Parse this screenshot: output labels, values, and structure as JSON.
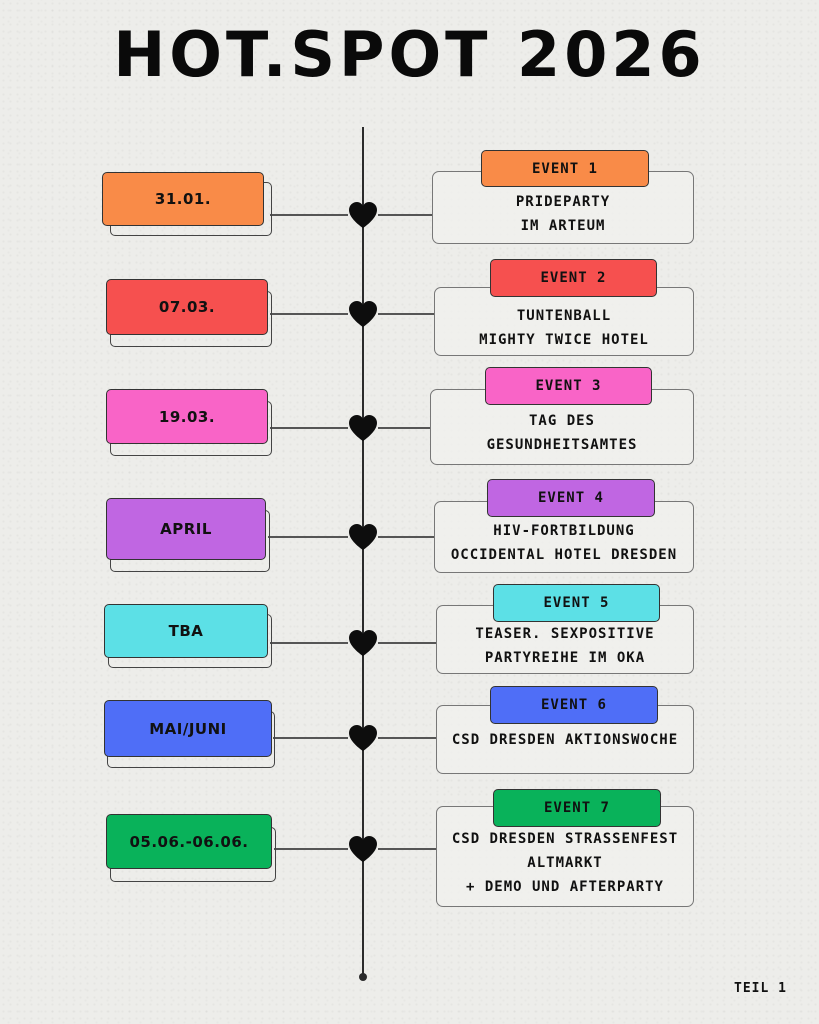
{
  "title": "HOT.SPOT 2026",
  "footer": "TEIL 1",
  "events": [
    {
      "date": "31.01.",
      "event_label": "EVENT 1",
      "lines": [
        "PRIDEPARTY",
        "IM ARTEUM"
      ],
      "color": "#f98b48"
    },
    {
      "date": "07.03.",
      "event_label": "EVENT 2",
      "lines": [
        "TUNTENBALL",
        "MIGHTY TWICE HOTEL"
      ],
      "color": "#f6504f"
    },
    {
      "date": "19.03.",
      "event_label": "EVENT 3",
      "lines": [
        "TAG DES",
        "GESUNDHEITSAMTES"
      ],
      "color": "#f964c7"
    },
    {
      "date": "APRIL",
      "event_label": "EVENT 4",
      "lines": [
        "HIV-FORTBILDUNG",
        "OCCIDENTAL HOTEL DRESDEN"
      ],
      "color": "#c066e2"
    },
    {
      "date": "TBA",
      "event_label": "EVENT 5",
      "lines": [
        "TEASER. SEXPOSITIVE",
        "PARTYREIHE IM OKA"
      ],
      "color": "#5ce0e6"
    },
    {
      "date": "MAI/JUNI",
      "event_label": "EVENT 6",
      "lines": [
        "CSD DRESDEN AKTIONSWOCHE"
      ],
      "color": "#4f6ef7"
    },
    {
      "date": "05.06.-06.06.",
      "event_label": "EVENT 7",
      "lines": [
        "CSD DRESDEN STRAßENFEST",
        "ALTMARKT",
        "+ DEMO UND AFTERPARTY"
      ],
      "color": "#09b25a"
    }
  ]
}
